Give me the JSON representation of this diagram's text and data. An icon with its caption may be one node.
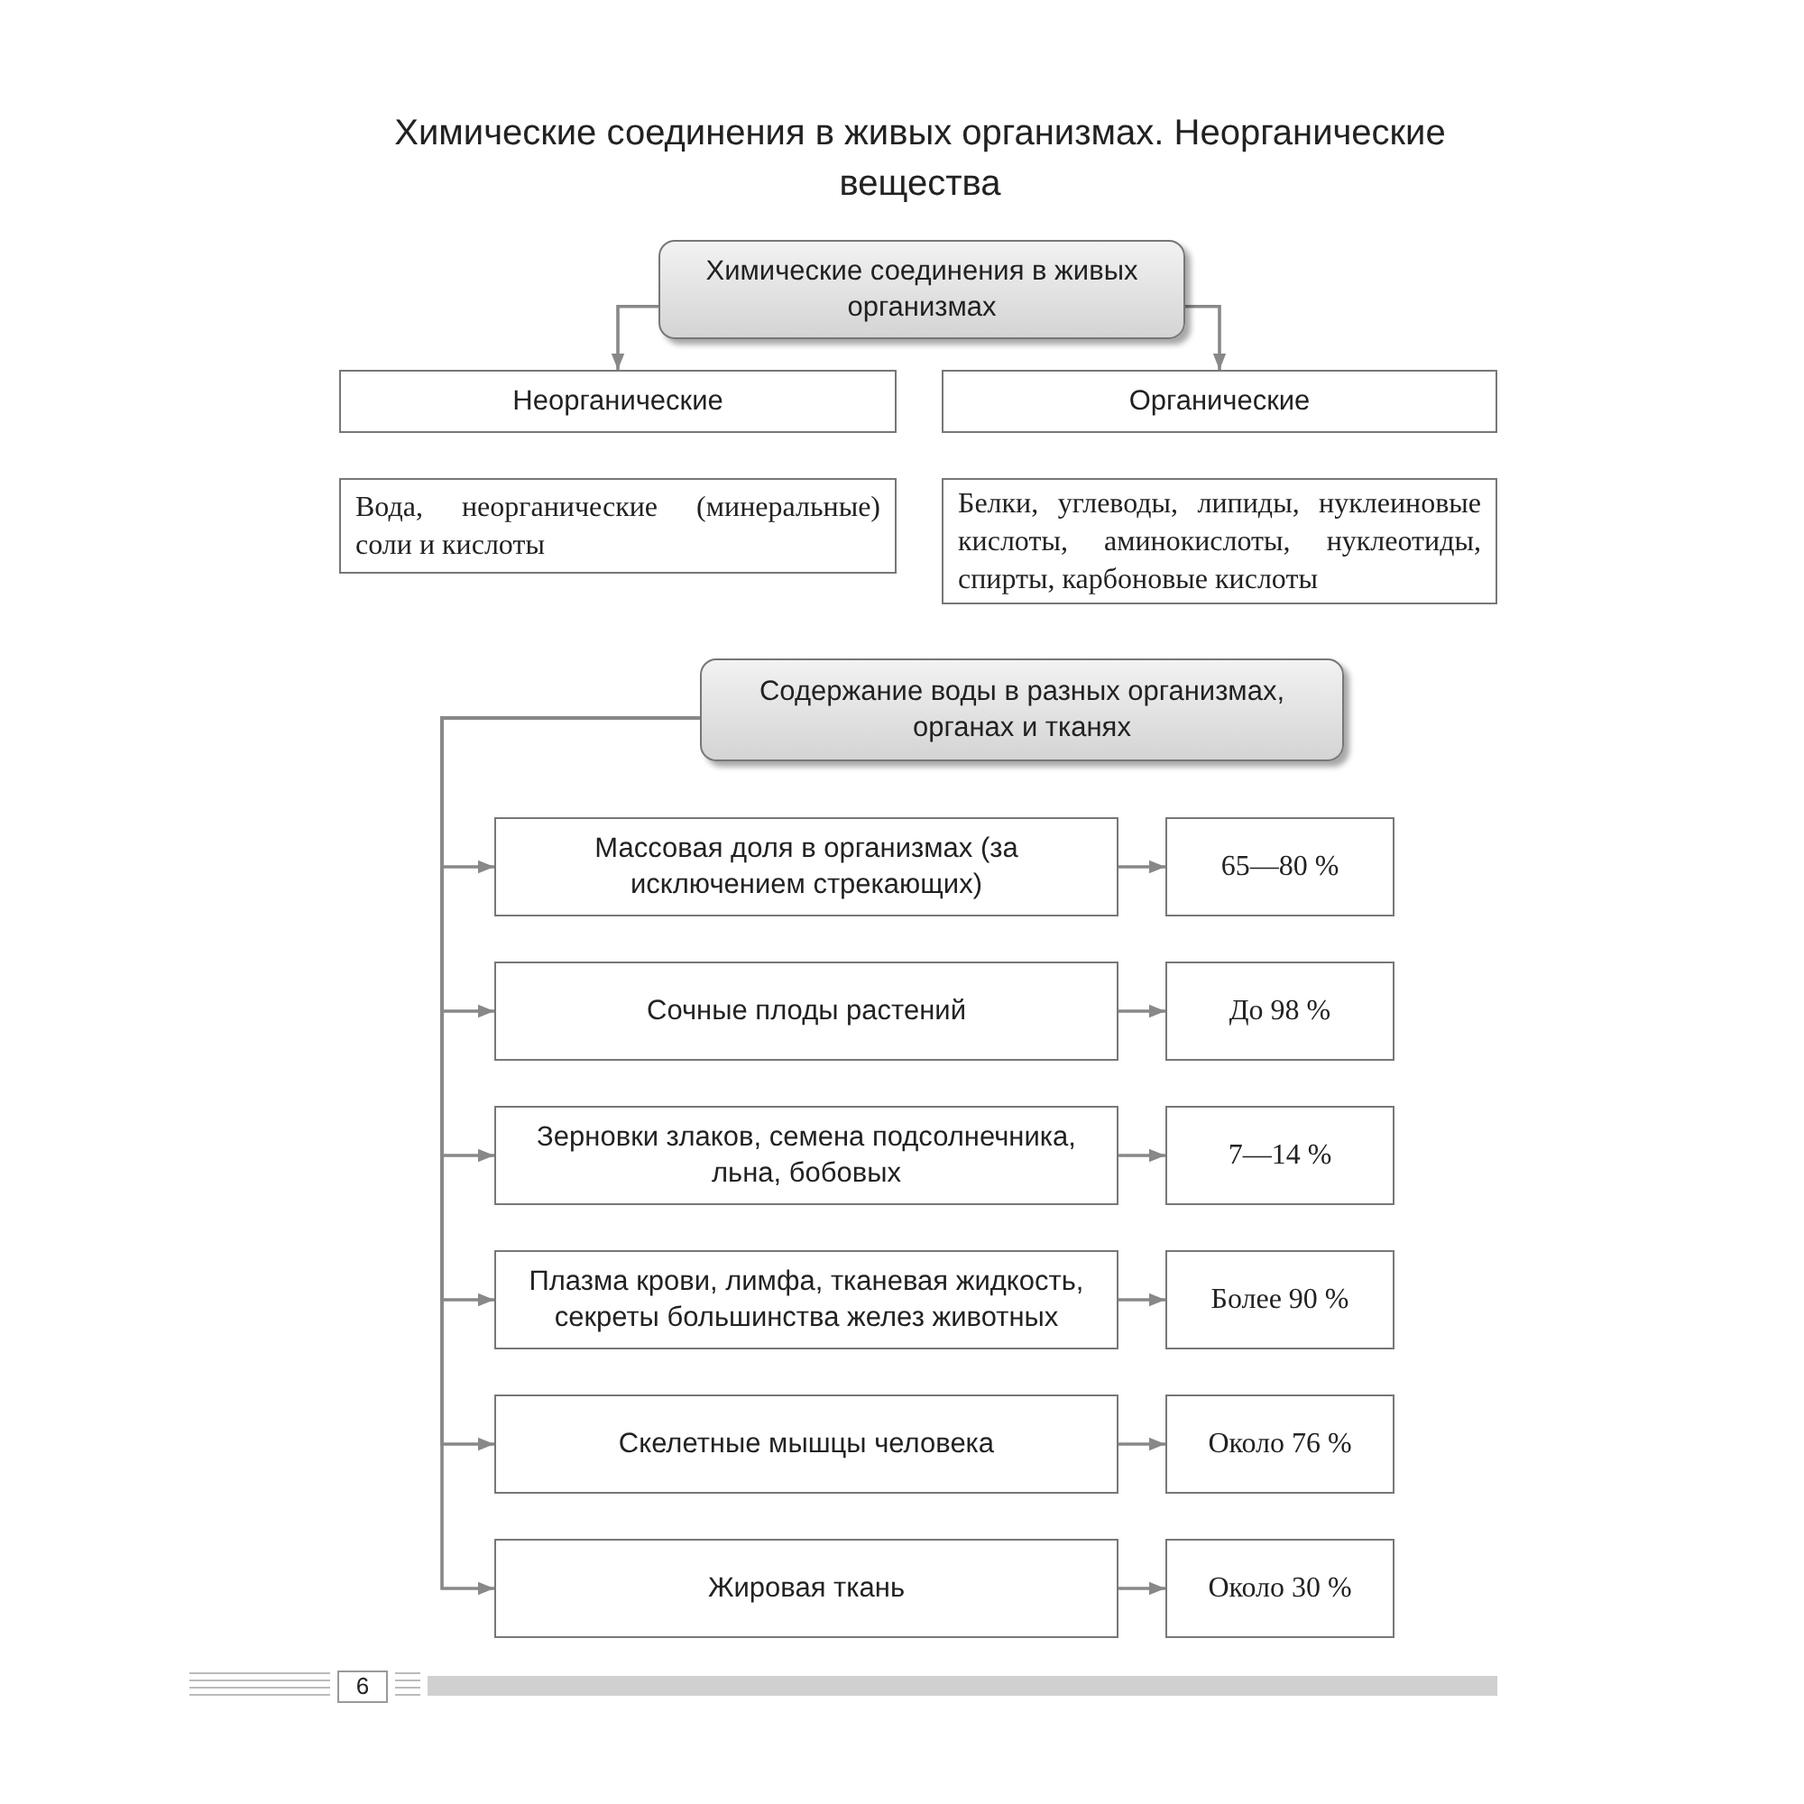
{
  "diagram": {
    "title": "Химические соединения в живых организмах. Неорганические вещества",
    "nodes": [
      {
        "text": [
          "Химические соединения в живых организмах"
        ]
      },
      {
        "text": [
          "Неорганические"
        ]
      },
      {
        "text": [
          "Органические"
        ]
      },
      {
        "text": [
          "Вода, неорганические (минеральные) соли и кислоты"
        ]
      },
      {
        "text": [
          "Белки, углеводы, липиды, нуклеиновые кислоты, аминокислоты, нуклеотиды, спирты, карбоновые кислоты"
        ]
      },
      {
        "text": [
          "Содержание воды в разных организмах, органах и тканях"
        ]
      },
      {
        "text": [
          "Массовая доля в организмах (за исключением стрекающих)"
        ]
      },
      {
        "text": [
          "65—80 %"
        ]
      },
      {
        "text": [
          "Сочные плоды растений"
        ]
      },
      {
        "text": [
          "До 98 %"
        ]
      },
      {
        "text": [
          "Зерновки злаков, семена подсолнечника, льна, бобовых"
        ]
      },
      {
        "text": [
          "7—14 %"
        ]
      },
      {
        "text": [
          "Плазма крови, лимфа, тканевая жидкость, секреты большинства желез животных"
        ]
      },
      {
        "text": [
          "Более 90 %"
        ]
      },
      {
        "text": [
          "Скелетные мышцы человека"
        ]
      },
      {
        "text": [
          "Около 76 %"
        ]
      },
      {
        "text": [
          "Жировая ткань"
        ]
      },
      {
        "text": [
          "Около 30 %"
        ]
      }
    ],
    "edges": [
      {
        "from": 0,
        "to": 1,
        "arrow": "to"
      },
      {
        "from": 0,
        "to": 2,
        "arrow": "to"
      },
      {
        "from": 5,
        "to": 6,
        "arrow": "to"
      },
      {
        "from": 5,
        "to": 8,
        "arrow": "to"
      },
      {
        "from": 5,
        "to": 10,
        "arrow": "to"
      },
      {
        "from": 5,
        "to": 12,
        "arrow": "to"
      },
      {
        "from": 5,
        "to": 14,
        "arrow": "to"
      },
      {
        "from": 5,
        "to": 16,
        "arrow": "to"
      },
      {
        "from": 6,
        "to": 7,
        "arrow": "to"
      },
      {
        "from": 8,
        "to": 9,
        "arrow": "to"
      },
      {
        "from": 10,
        "to": 11,
        "arrow": "to"
      },
      {
        "from": 12,
        "to": 13,
        "arrow": "to"
      },
      {
        "from": 14,
        "to": 15,
        "arrow": "to"
      },
      {
        "from": 16,
        "to": 17,
        "arrow": "to"
      }
    ],
    "labels": [
      "6"
    ]
  }
}
